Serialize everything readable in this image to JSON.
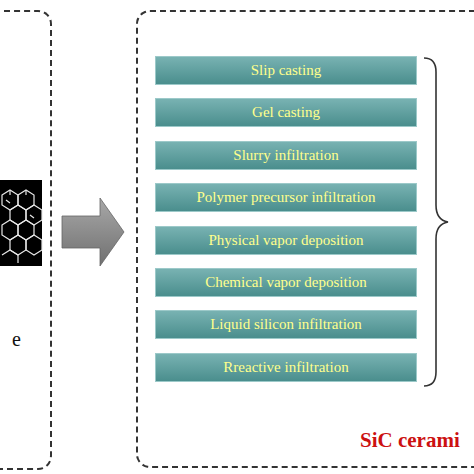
{
  "diagram": {
    "nodes": [
      {
        "text": [
          "e"
        ]
      },
      {
        "text": [
          "SiC cerami"
        ]
      },
      {
        "text": [
          "Slip casting"
        ],
        "in": 1
      },
      {
        "text": [
          "Gel casting"
        ],
        "in": 1
      },
      {
        "text": [
          "Slurry infiltration"
        ],
        "in": 1
      },
      {
        "text": [
          "Polymer precursor infiltration"
        ],
        "in": 1
      },
      {
        "text": [
          "Physical vapor deposition"
        ],
        "in": 1
      },
      {
        "text": [
          "Chemical vapor deposition"
        ],
        "in": 1
      },
      {
        "text": [
          "Liquid silicon infiltration"
        ],
        "in": 1
      },
      {
        "text": [
          "Rreactive infiltration"
        ],
        "in": 1
      }
    ],
    "edges": [
      {
        "from": 0,
        "to": 1,
        "arrow": "to"
      }
    ]
  }
}
